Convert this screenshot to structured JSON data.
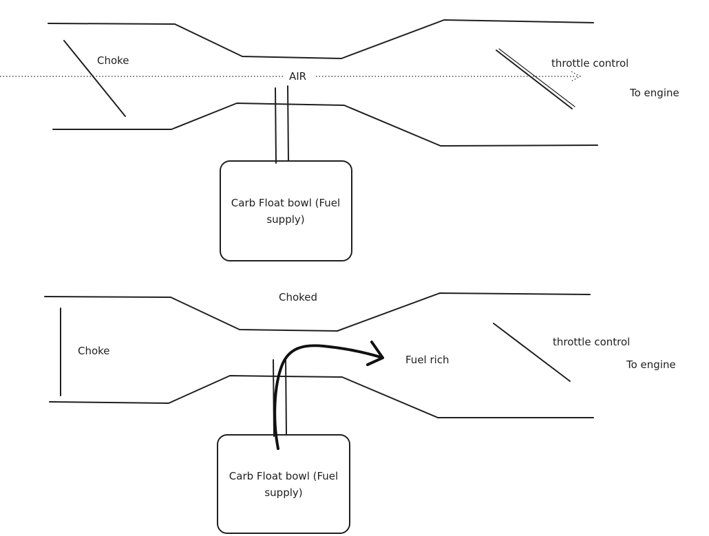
{
  "top_diagram": {
    "choke_label": "Choke",
    "air_label": "AIR",
    "throttle_label": "throttle control",
    "engine_label": "To engine",
    "bowl_line1": "Carb Float bowl (Fuel",
    "bowl_line2": "supply)"
  },
  "bottom_diagram": {
    "state_label": "Choked",
    "choke_label": "Choke",
    "fuel_label": "Fuel rich",
    "throttle_label": "throttle control",
    "engine_label": "To engine",
    "bowl_line1": "Carb Float bowl (Fuel",
    "bowl_line2": "supply)"
  },
  "colors": {
    "stroke": "#1e1e1e",
    "background": "#ffffff"
  }
}
